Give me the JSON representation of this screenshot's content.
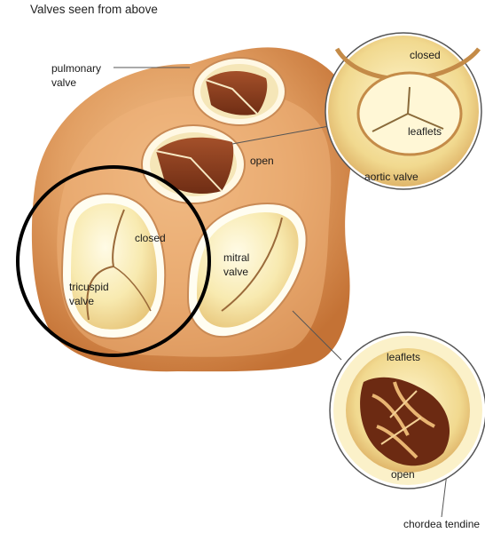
{
  "title": "Valves seen from above",
  "labels": {
    "pulmonary_line1": "pulmonary",
    "pulmonary_line2": "valve",
    "open_main": "open",
    "closed_tricuspid": "closed",
    "tricuspid_line1": "tricuspid",
    "tricuspid_line2": "valve",
    "mitral_line1": "mitral",
    "mitral_line2": "valve",
    "aortic_closed": "closed",
    "aortic_leaflets": "leaflets",
    "aortic_valve": "aortic valve",
    "mitral_leaflets": "leaflets",
    "mitral_open": "open",
    "chordea": "chordea tendine"
  },
  "colors": {
    "heart_outer": "#c9773a",
    "heart_inner": "#e9a566",
    "valve_cream": "#fbf3c8",
    "valve_rim": "#fffdf1",
    "valve_dark": "#8a3a1c",
    "highlight_circle": "#000000"
  }
}
